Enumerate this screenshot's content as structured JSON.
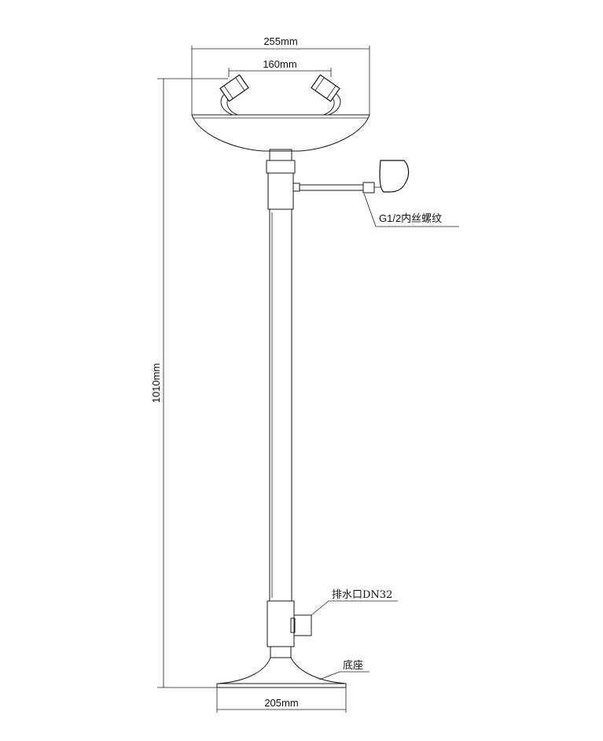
{
  "drawing": {
    "dimensions": {
      "bowl_width": "255mm",
      "nozzle_spacing": "160mm",
      "total_height": "1010mm",
      "base_width": "205mm"
    },
    "callouts": {
      "inlet_thread": "G1/2内丝螺纹",
      "drain_outlet": "排水口DN32",
      "base": "底座"
    }
  }
}
